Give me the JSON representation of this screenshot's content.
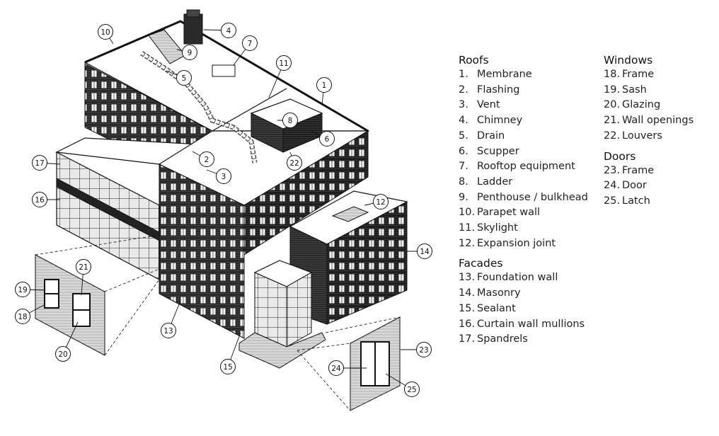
{
  "legend": [
    {
      "title": "Roofs",
      "items": [
        {
          "num": "1.",
          "label": "Membrane"
        },
        {
          "num": "2.",
          "label": "Flashing"
        },
        {
          "num": "3.",
          "label": "Vent"
        },
        {
          "num": "4.",
          "label": "Chimney"
        },
        {
          "num": "5.",
          "label": "Drain"
        },
        {
          "num": "6.",
          "label": "Scupper"
        },
        {
          "num": "7.",
          "label": "Rooftop equipment"
        },
        {
          "num": "8.",
          "label": "Ladder"
        },
        {
          "num": "9.",
          "label": "Penthouse / bulkhead"
        },
        {
          "num": "10.",
          "label": "Parapet wall"
        },
        {
          "num": "11.",
          "label": "Skylight"
        },
        {
          "num": "12.",
          "label": "Expansion joint"
        }
      ]
    },
    {
      "title": "Facades",
      "items": [
        {
          "num": "13.",
          "label": "Foundation wall"
        },
        {
          "num": "14.",
          "label": "Masonry"
        },
        {
          "num": "15.",
          "label": "Sealant"
        },
        {
          "num": "16.",
          "label": "Curtain wall mullions"
        },
        {
          "num": "17.",
          "label": "Spandrels"
        }
      ]
    },
    {
      "title": "Windows",
      "items": [
        {
          "num": "18.",
          "label": "Frame"
        },
        {
          "num": "19.",
          "label": "Sash"
        },
        {
          "num": "20.",
          "label": "Glazing"
        },
        {
          "num": "21.",
          "label": "Wall openings"
        },
        {
          "num": "22.",
          "label": "Louvers"
        }
      ]
    },
    {
      "title": "Doors",
      "items": [
        {
          "num": "23.",
          "label": "Frame"
        },
        {
          "num": "24.",
          "label": "Door"
        },
        {
          "num": "25.",
          "label": "Latch"
        }
      ]
    }
  ],
  "callouts": [
    "1",
    "2",
    "3",
    "4",
    "5",
    "6",
    "7",
    "8",
    "9",
    "10",
    "11",
    "12",
    "13",
    "14",
    "15",
    "16",
    "17",
    "18",
    "19",
    "20",
    "21",
    "22",
    "23",
    "24",
    "25"
  ]
}
